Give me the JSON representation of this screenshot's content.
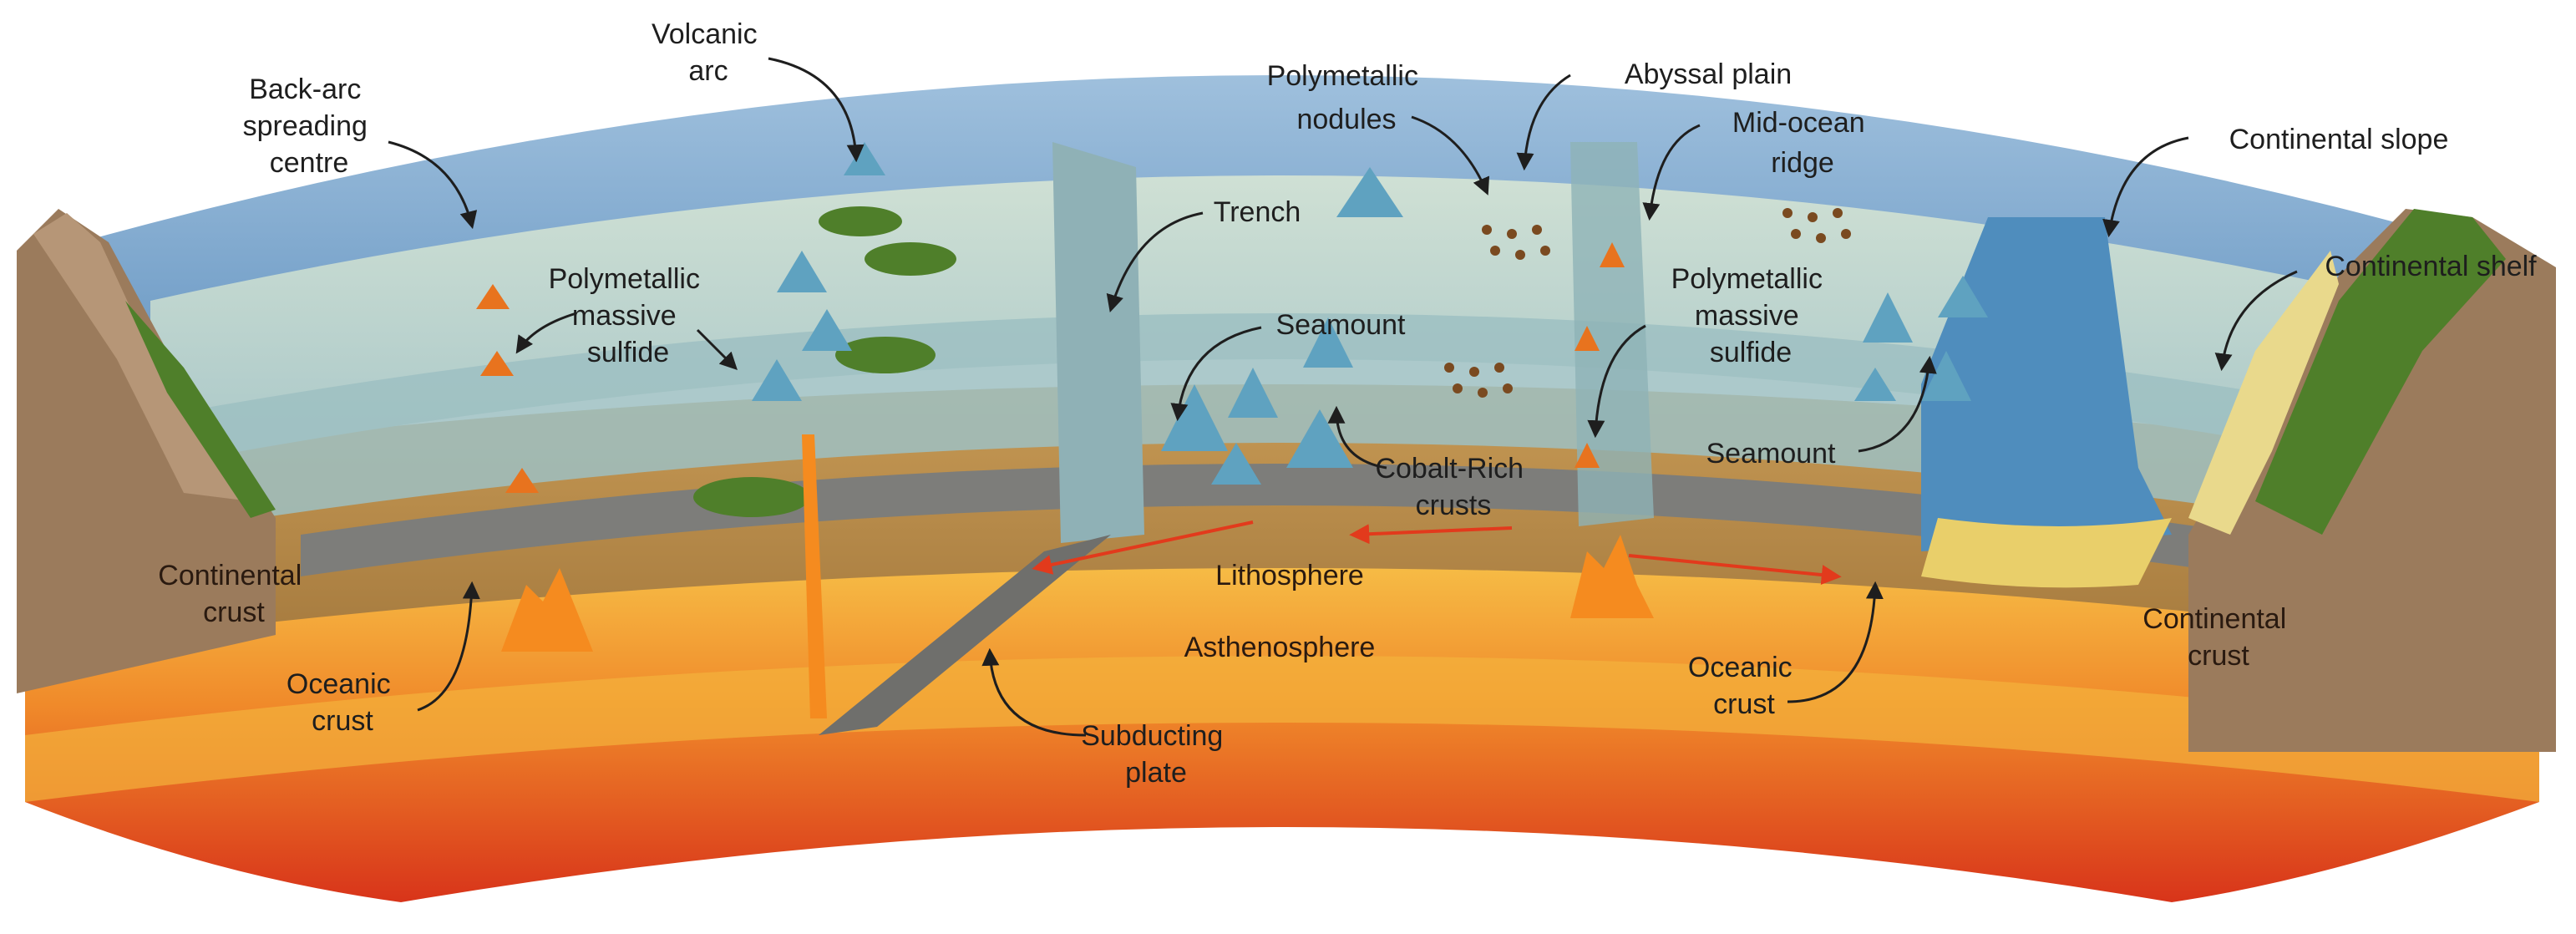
{
  "colors": {
    "sky": "#7ea7cc",
    "ocean_surface": "#c6d9cf",
    "ocean_body": "#9fc2c6",
    "lithosphere": "#b58a4a",
    "oceanic_crust": "#7b7b78",
    "asthenosphere_top": "#f2a13a",
    "asthenosphere_core": "#e8431e",
    "continental_crust": "#9b7b5c",
    "seamount": "#5fa2c0",
    "island_green": "#4f7f2a",
    "vent_orange": "#e8731e",
    "flow_arrow": "#e23a1c"
  },
  "labels": {
    "back_arc": [
      "Back-arc",
      "spreading",
      "centre"
    ],
    "volcanic_arc": [
      "Volcanic",
      "arc"
    ],
    "massive_sulfide_left": [
      "Polymetallic",
      "massive",
      "sulfide"
    ],
    "continental_crust_left": [
      "Continental",
      "crust"
    ],
    "oceanic_crust_left": [
      "Oceanic",
      "crust"
    ],
    "trench": "Trench",
    "seamount_left": "Seamount",
    "polymetallic_nodules": [
      "Polymetallic",
      "nodules"
    ],
    "abyssal_plain": "Abyssal plain",
    "mid_ocean_ridge": [
      "Mid-ocean",
      "ridge"
    ],
    "massive_sulfide_right": [
      "Polymetallic",
      "massive",
      "sulfide"
    ],
    "cobalt_crusts": [
      "Cobalt-Rich",
      "crusts"
    ],
    "lithosphere": "Lithosphere",
    "asthenosphere": "Asthenosphere",
    "subducting_plate": [
      "Subducting",
      "plate"
    ],
    "seamount_right": "Seamount",
    "oceanic_crust_right": [
      "Oceanic",
      "crust"
    ],
    "continental_slope": "Continental slope",
    "continental_shelf": "Continental shelf",
    "continental_crust_right": [
      "Continental",
      "crust"
    ]
  }
}
